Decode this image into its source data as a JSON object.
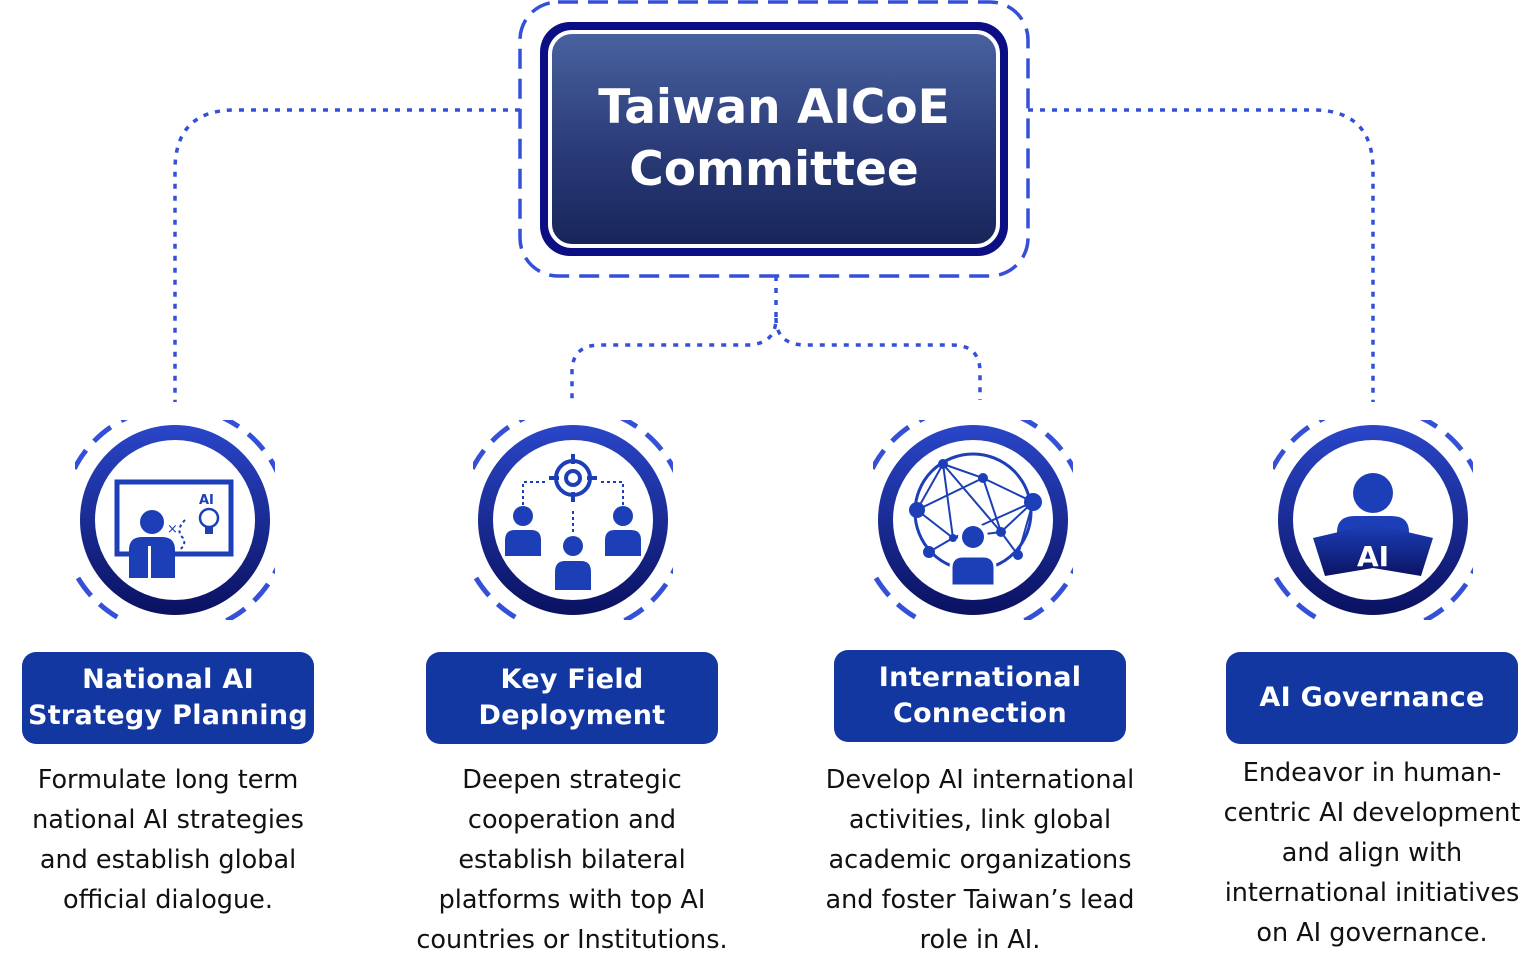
{
  "committee": {
    "title_lines": [
      "Taiwan AICoE",
      "Committee"
    ]
  },
  "colors": {
    "connector": "#3550d8",
    "label_bg": "#1337a1",
    "ring_outer": "#1c32a8",
    "ring_inner": "#0b1363",
    "icon_fill": "#1c3fb8"
  },
  "branches": [
    {
      "icon": "strategy-board-icon",
      "icon_text": "AI",
      "title_lines": [
        "National AI",
        "Strategy Planning"
      ],
      "description_lines": [
        "Formulate long term",
        "national AI strategies",
        "and establish global",
        "official dialogue."
      ]
    },
    {
      "icon": "target-team-icon",
      "title_lines": [
        "Key Field",
        "Deployment"
      ],
      "description_lines": [
        "Deepen strategic",
        "cooperation and",
        "establish bilateral",
        "platforms with top AI",
        "countries or Institutions."
      ]
    },
    {
      "icon": "global-network-icon",
      "title_lines": [
        "International",
        "Connection"
      ],
      "description_lines": [
        "Develop AI international",
        "activities, link global",
        "academic organizations",
        "and foster Taiwan’s lead",
        "role in AI."
      ]
    },
    {
      "icon": "ai-reader-icon",
      "icon_text": "AI",
      "title_lines": [
        "AI Governance"
      ],
      "description_lines": [
        "Endeavor in human-",
        "centric AI development",
        "and align with",
        "international initiatives",
        "on AI governance."
      ]
    }
  ]
}
